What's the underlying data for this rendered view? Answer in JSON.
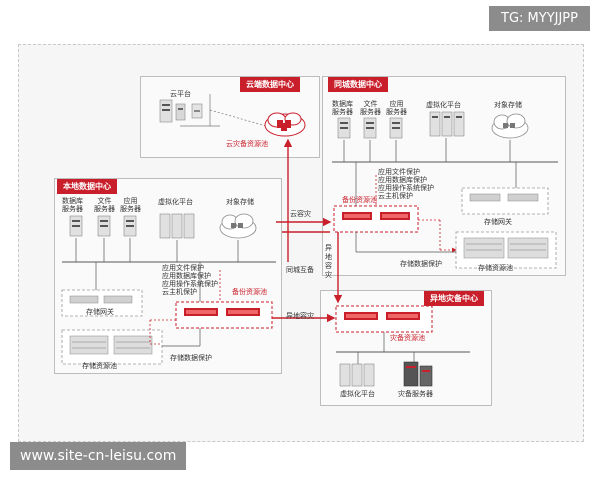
{
  "watermark_top": "TG: MYYJJPP",
  "watermark_bottom": "www.site-cn-leisu.com",
  "regions": {
    "cloud": {
      "title": "云端数据中心",
      "platform": "云平台",
      "pool": "云灾备资源池"
    },
    "same_city": {
      "title": "同城数据中心",
      "db_server": "数据库\n服务器",
      "file_server": "文件\n服务器",
      "app_server": "应用\n服务器",
      "virtual_platform": "虚拟化平台",
      "object_storage": "对象存储",
      "protections": [
        "应用文件保护",
        "应用数据库保护",
        "应用操作系统保护",
        "云主机保护"
      ],
      "backup_pool": "备份资源池",
      "storage_gateway": "存储网关",
      "storage_protection": "存储数据保护",
      "storage_pool": "存储资源池"
    },
    "local": {
      "title": "本地数据中心",
      "db_server": "数据库\n服务器",
      "file_server": "文件\n服务器",
      "app_server": "应用\n服务器",
      "virtual_platform": "虚拟化平台",
      "object_storage": "对象存储",
      "protections": [
        "应用文件保护",
        "应用数据库保护",
        "应用操作系统保护",
        "云主机保护"
      ],
      "backup_pool": "备份资源池",
      "storage_gateway": "存储网关",
      "storage_pool": "存储资源池",
      "storage_protection": "存储数据保护"
    },
    "remote": {
      "title": "异地灾备中心",
      "pool": "灾备资源池",
      "virtual_platform": "虚拟化平台",
      "dr_server": "灾备服务器"
    }
  },
  "links": {
    "cloud_dr": "云容灾",
    "same_city_mutual": "同城互备",
    "remote_dr_vertical": "异\n地\n容\n灾",
    "remote_dr": "异地容灾"
  },
  "colors": {
    "accent": "#c91f2b",
    "line": "#555555",
    "dashed_red": "#c91f2b"
  }
}
